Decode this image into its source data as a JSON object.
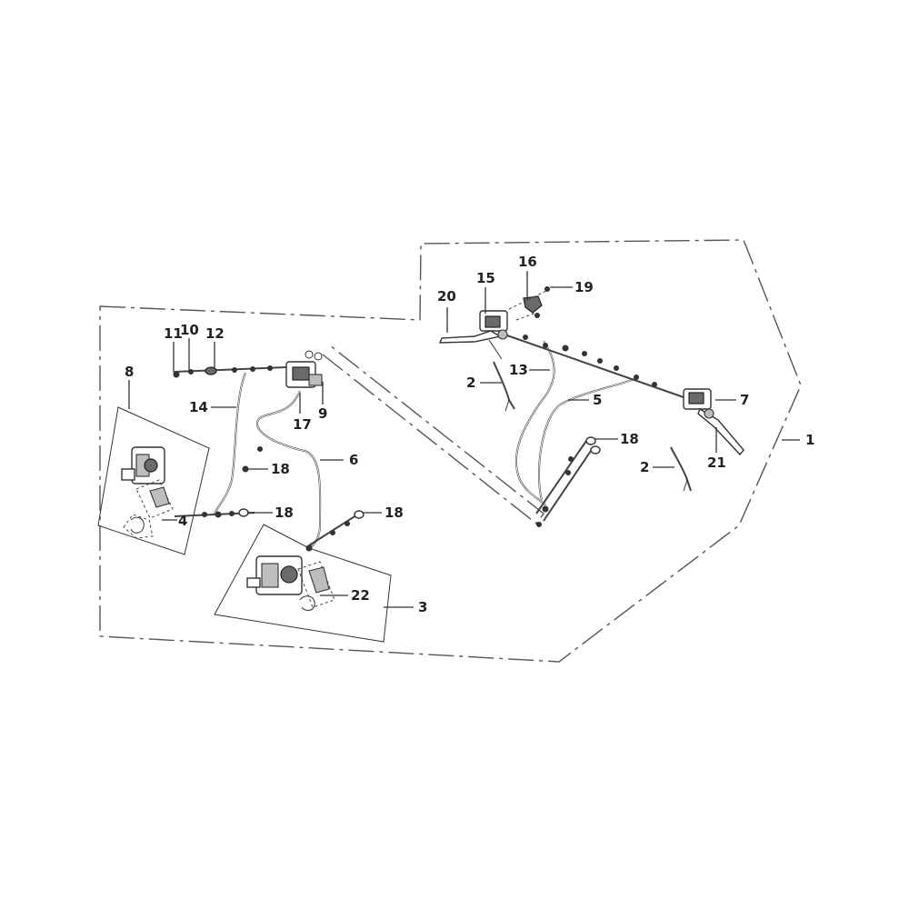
{
  "diagram": {
    "callouts": {
      "c1": "1",
      "c2a": "2",
      "c2b": "2",
      "c3": "3",
      "c4": "4",
      "c5": "5",
      "c6": "6",
      "c7": "7",
      "c8": "8",
      "c9": "9",
      "c10": "10",
      "c11": "11",
      "c12": "12",
      "c13": "13",
      "c14": "14",
      "c15": "15",
      "c16": "16",
      "c17": "17",
      "c18a": "18",
      "c18b": "18",
      "c18c": "18",
      "c18d": "18",
      "c19": "19",
      "c20": "20",
      "c21": "21",
      "c22": "22"
    }
  }
}
